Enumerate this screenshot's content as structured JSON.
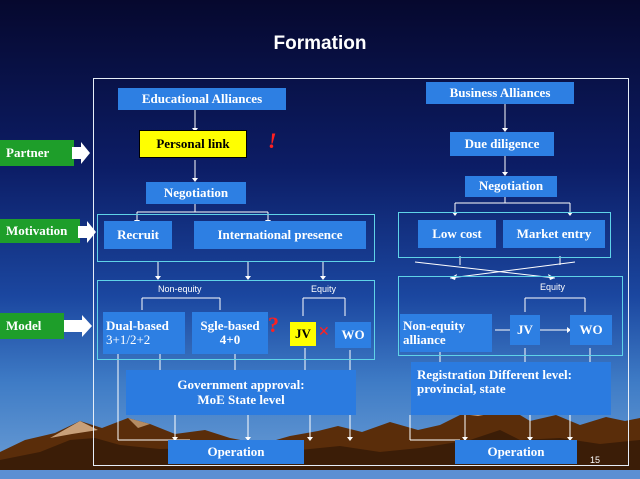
{
  "title": "Formation",
  "side_labels": {
    "partner": "Partner",
    "motivation": "Motivation",
    "model": "Model"
  },
  "edu": {
    "header": "Educational Alliances",
    "personal_link": "Personal link",
    "exclaim": "!",
    "negotiation": "Negotiation",
    "recruit": "Recruit",
    "intl": "International presence",
    "non_equity_tag": "Non-equity",
    "equity_tag": "Equity",
    "dual_line1": "Dual-based",
    "dual_line2": "3+1/2+2",
    "sgle_line1": "Sgle-based",
    "sgle_line2": "4+0",
    "question": "?",
    "cross": "✕",
    "jv": "JV",
    "wo": "WO",
    "gov_line1": "Government approval:",
    "gov_line2": "MoE  State level",
    "operation": "Operation"
  },
  "biz": {
    "header": "Business Alliances",
    "due": "Due diligence",
    "negotiation": "Negotiation",
    "low_cost": "Low cost",
    "market_entry": "Market entry",
    "equity_tag": "Equity",
    "non_eq_line1": "Non-equity",
    "non_eq_line2": "alliance",
    "jv": "JV",
    "wo": "WO",
    "reg_line1": "Registration Different level:",
    "reg_line2": "provincial, state",
    "operation": "Operation"
  },
  "page_number": "15"
}
